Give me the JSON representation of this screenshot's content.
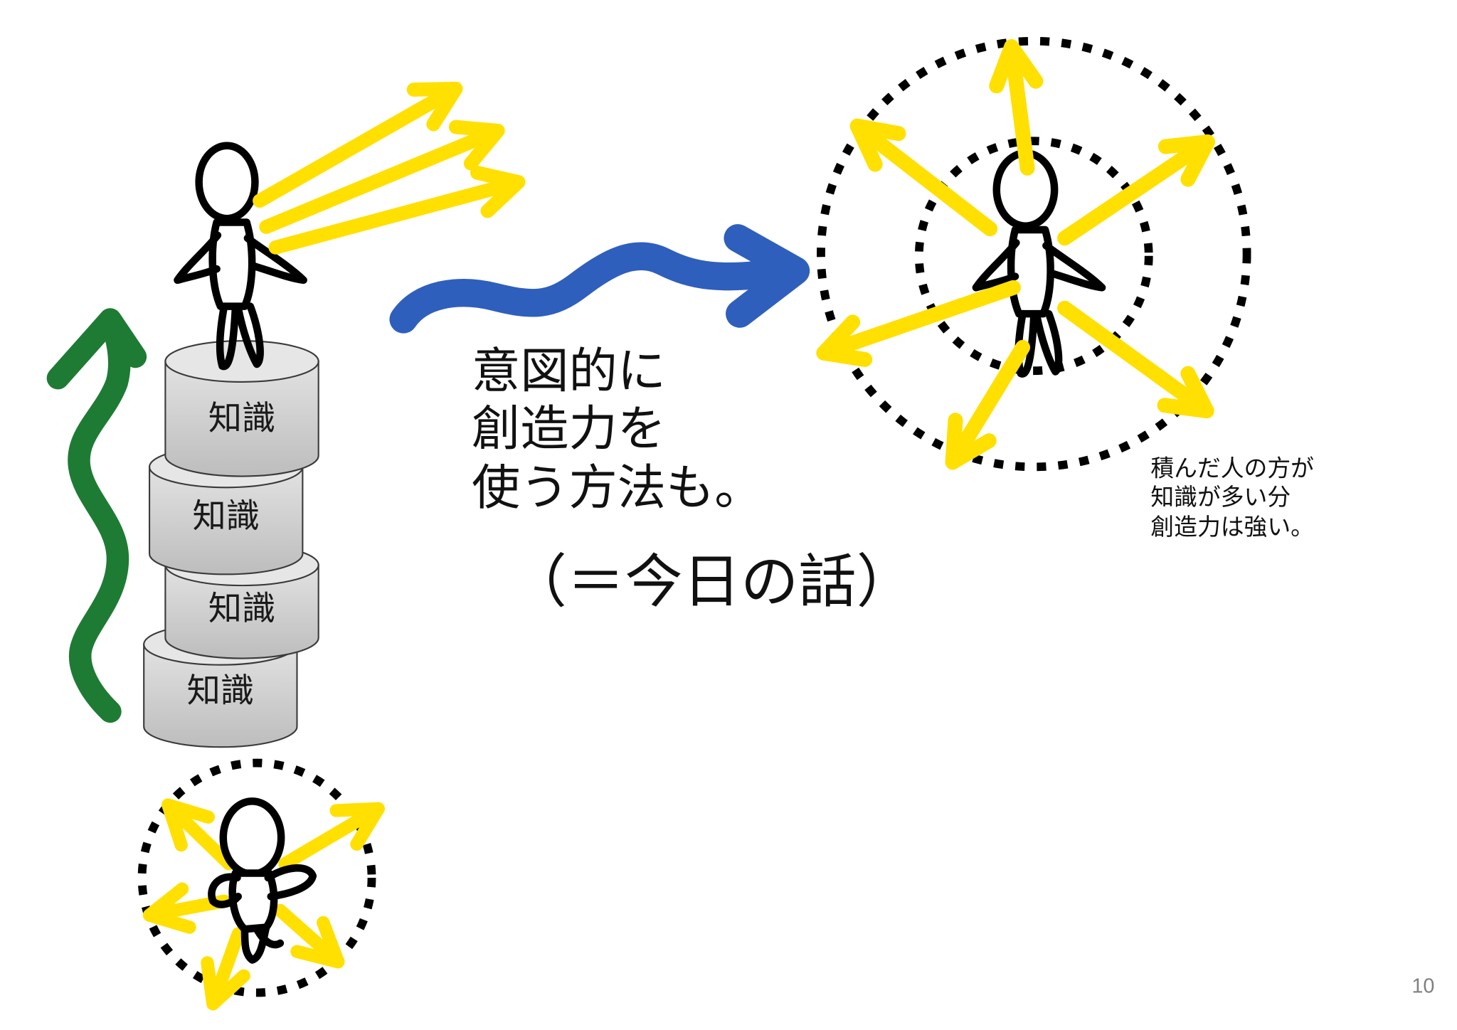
{
  "slide": {
    "main_message": {
      "lines": [
        "意図的に",
        "創造力を",
        "使う方法も。"
      ]
    },
    "today_topic": "（＝今日の話）",
    "side_note": {
      "lines": [
        "積んだ人の方が",
        "知識が多い分",
        "創造力は強い。"
      ]
    },
    "knowledge_stack": {
      "labels": [
        "知識",
        "知識",
        "知識",
        "知識"
      ]
    },
    "page_number": "10"
  },
  "icons": {
    "person": "stick-figure-icon",
    "knowledge_block": "cylinder-icon",
    "creativity_arrow": "yellow-arrow-icon",
    "growth_arrow": "wavy-up-arrow-icon",
    "transition_arrow": "wavy-right-arrow-icon",
    "reach_boundary": "dotted-circle-icon"
  },
  "colors": {
    "background": "#FFFFFF",
    "creativity_yellow": "#FFE000",
    "growth_green": "#1E7B34",
    "transition_blue": "#2F5FBC",
    "outline": "#000000",
    "cylinder_light": "#E2E2E2",
    "cylinder_dark": "#BDBDBD",
    "cylinder_edge": "#3A3A3A",
    "page_number": "#808080"
  }
}
